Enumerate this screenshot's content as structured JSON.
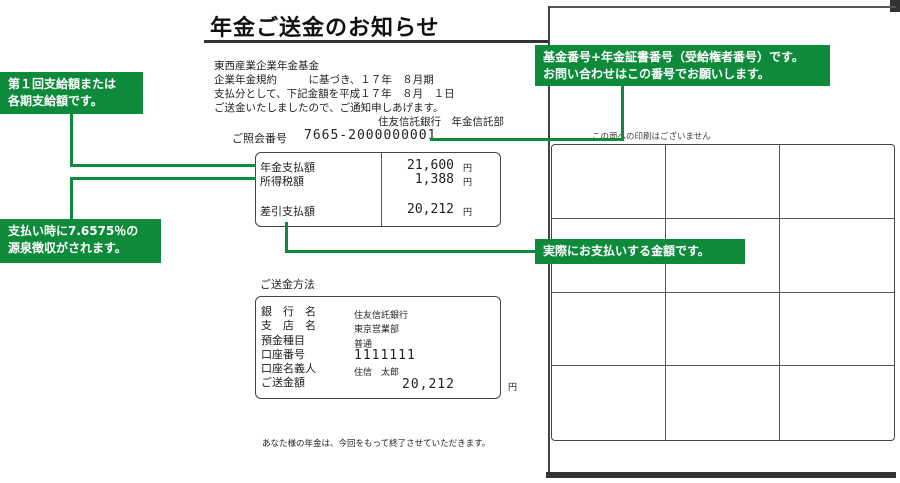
{
  "document": {
    "title": "年金ご送金のお知らせ",
    "header_lines": [
      "東西産業企業年金基金",
      "企業年金規約　　　に基づき、１７年　８月期",
      "支払分として、下記金額を平成１７年　８月　１日",
      "ご送金いたしましたので、ご通知申しあげます。"
    ],
    "sender": "住友信託銀行　年金信託部",
    "reference_label": "ご照会番号",
    "reference_number": "7665-2000000001",
    "payment_box": {
      "rows": [
        {
          "label": "年金支払額",
          "amount": "21,600",
          "unit": "円"
        },
        {
          "label": "所得税額",
          "amount": "1,388",
          "unit": "円"
        },
        {
          "label": "差引支払額",
          "amount": "20,212",
          "unit": "円"
        }
      ]
    },
    "remittance_title": "ご送金方法",
    "remittance_box": {
      "bank_label": "銀　行　名",
      "bank_value": "住友信託銀行",
      "branch_label": "支　店　名",
      "branch_value": "東京営業部",
      "deposit_label": "預金種目",
      "deposit_value": "普通",
      "account_label": "口座番号",
      "account_value": "1111111",
      "holder_label": "口座名義人",
      "holder_value": "住信　太郎",
      "amount_label": "ご送金額",
      "amount_value": "20,212",
      "amount_unit": "円"
    },
    "footer": "あなた様の年金は、今回をもって終了させていただきます。"
  },
  "right_document": {
    "note": "この面への印刷はございません"
  },
  "callouts": {
    "first_payment": "第１回支給額または\n各期支給額です。",
    "withholding": "支払い時に7.6575％の\n源泉徴収がされます。",
    "fund_number": "基金番号+年金証書番号（受給権者番号）です。\nお問い合わせはこの番号でお願いします。",
    "actual_payment": "実際にお支払いする金額です。"
  },
  "colors": {
    "callout_green": "#0e8a3b"
  }
}
